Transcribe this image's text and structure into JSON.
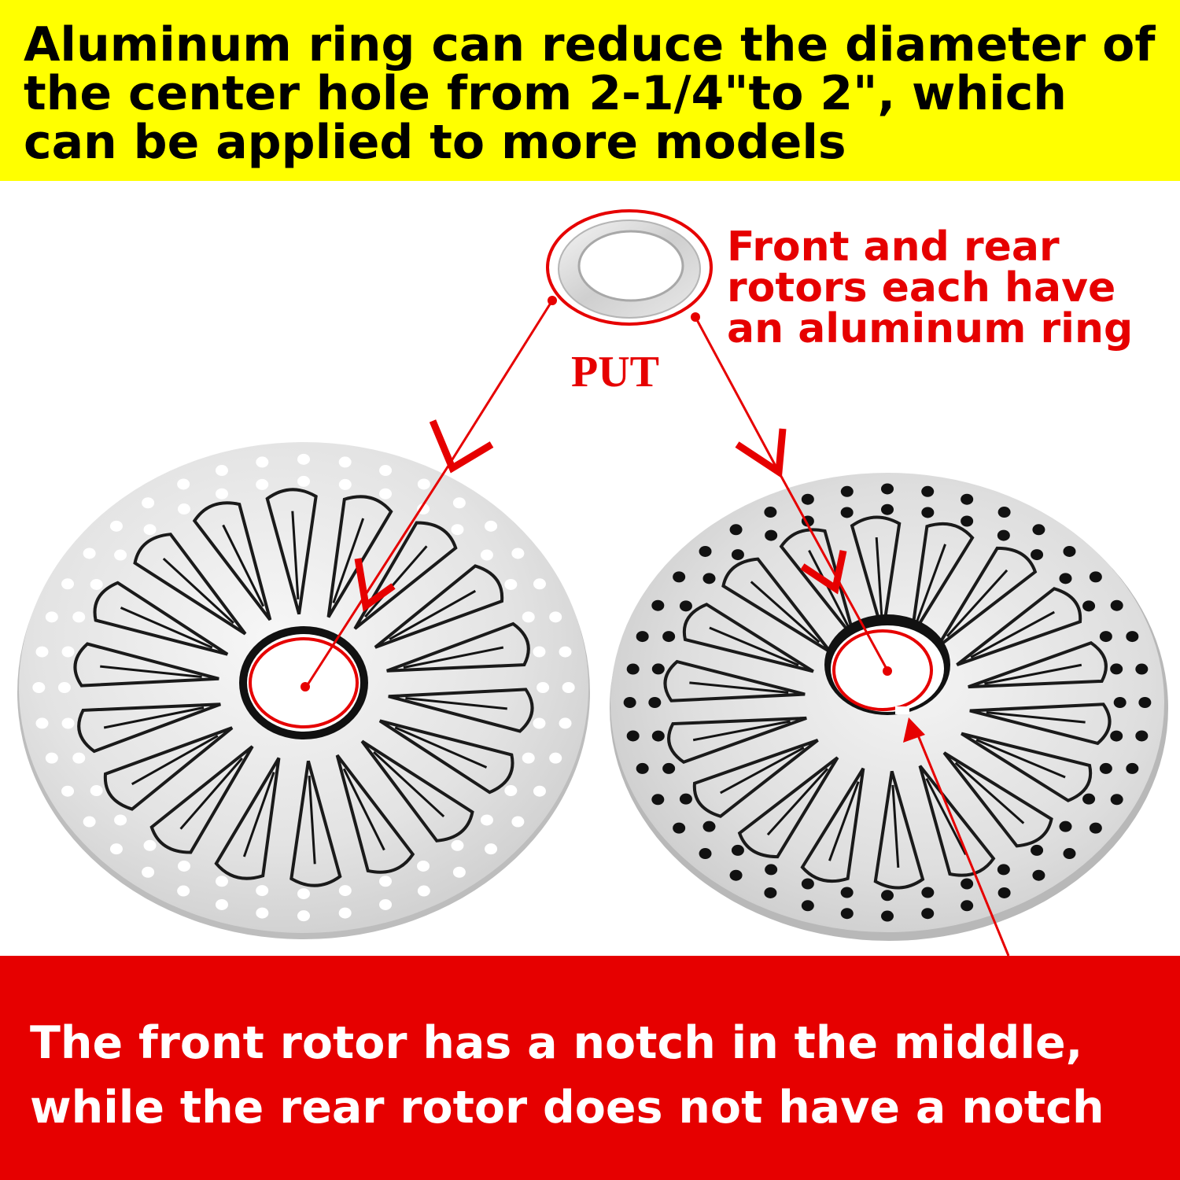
{
  "colors": {
    "top_banner_bg": "#ffff00",
    "bottom_banner_bg": "#e60000",
    "accent_red": "#e60000",
    "rotor_metal": "#e6e6e6",
    "rotor_hole": "#111111"
  },
  "top_banner": {
    "text": "Aluminum ring can reduce the diameter of the center hole from 2-1/4\"to 2\", which can be applied to more models"
  },
  "callout": {
    "text": "Front and rear rotors each have an aluminum ring"
  },
  "put_label": "PUT",
  "bottom_banner": {
    "text": "The front rotor has a notch in the middle, while the rear rotor does not have a notch"
  },
  "images": {
    "aluminum_ring": "aluminum-ring-photo",
    "front_rotor": "front-brake-rotor-photo",
    "rear_rotor": "rear-brake-rotor-photo"
  }
}
